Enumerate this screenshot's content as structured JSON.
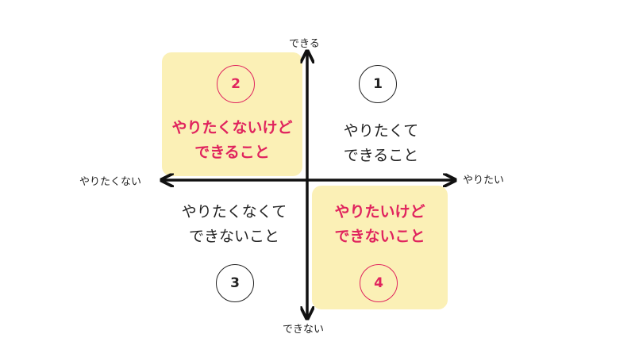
{
  "axes": {
    "top": "できる",
    "bottom": "できない",
    "left": "やりたくない",
    "right": "やりたい"
  },
  "quadrants": [
    {
      "number": "1",
      "line1": "やりたくて",
      "line2": "できること",
      "highlighted": false
    },
    {
      "number": "2",
      "line1": "やりたくないけど",
      "line2": "できること",
      "highlighted": true
    },
    {
      "number": "3",
      "line1": "やりたくなくて",
      "line2": "できないこと",
      "highlighted": false
    },
    {
      "number": "4",
      "line1": "やりたいけど",
      "line2": "できないこと",
      "highlighted": true
    }
  ],
  "colors": {
    "highlight_bg": "#fbf0b6",
    "accent": "#e0245e",
    "ink": "#222222"
  }
}
